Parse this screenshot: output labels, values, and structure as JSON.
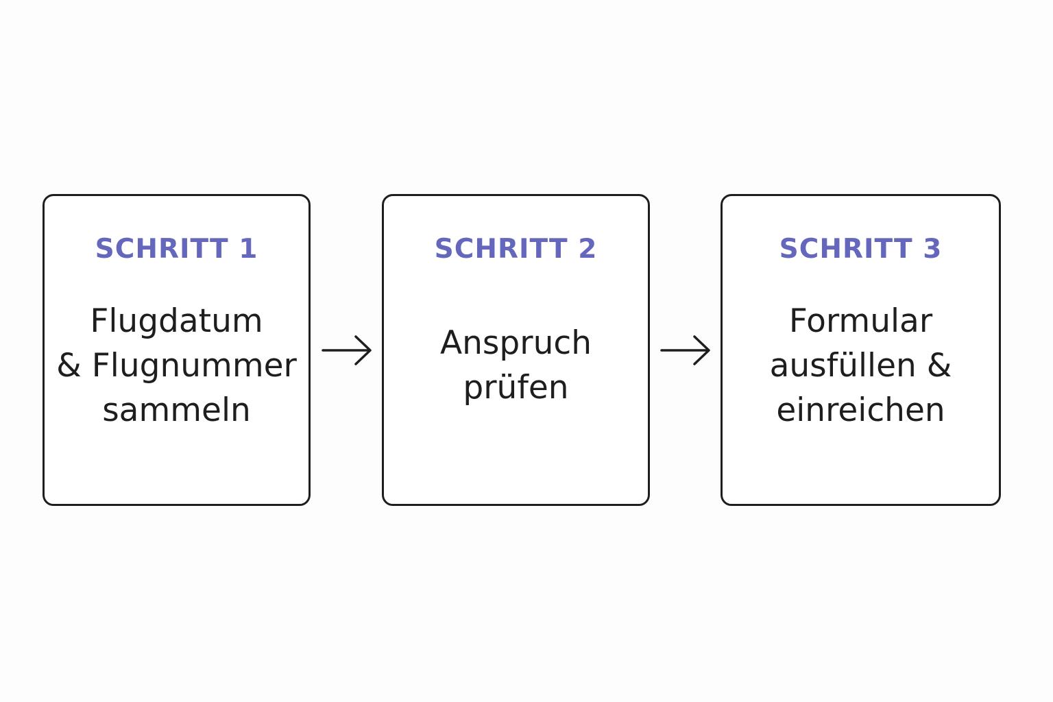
{
  "steps": [
    {
      "label": "SCHRITT 1",
      "text": "Flugdatum\n& Flugnummer\nsammeln"
    },
    {
      "label": "SCHRITT 2",
      "text": "Anspruch\nprüfen"
    },
    {
      "label": "SCHRITT 3",
      "text": "Formular\nausfüllen &\neinreichen"
    }
  ],
  "colors": {
    "label": "#6467bb",
    "text": "#1e1e1e",
    "border": "#1e1e1e",
    "background": "#fdfdfd"
  },
  "icons": {
    "connector": "arrow-right-icon"
  }
}
